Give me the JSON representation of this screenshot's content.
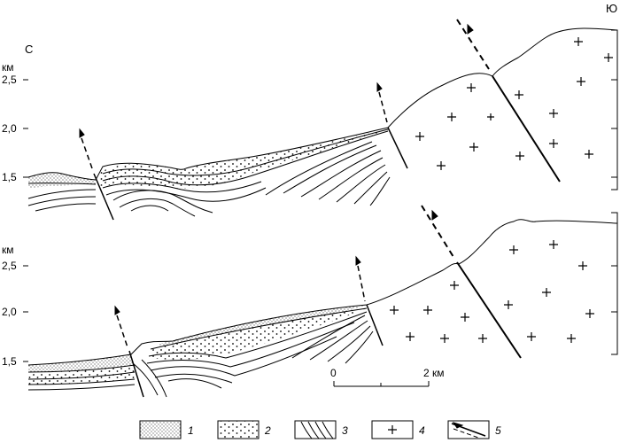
{
  "labels": {
    "north": "С",
    "south": "Ю",
    "unit_top": "км",
    "unit_bottom": "км"
  },
  "axis_ticks": [
    "2,5",
    "2,0",
    "1,5"
  ],
  "scale_bar": {
    "start": "0",
    "end": "2 км"
  },
  "legend": [
    {
      "num": "1",
      "icon": "fine-stipple-swatch"
    },
    {
      "num": "2",
      "icon": "coarse-dots-swatch"
    },
    {
      "num": "3",
      "icon": "curved-lines-swatch"
    },
    {
      "num": "4",
      "icon": "cross-swatch"
    },
    {
      "num": "5",
      "icon": "fault-arrow-swatch"
    }
  ]
}
